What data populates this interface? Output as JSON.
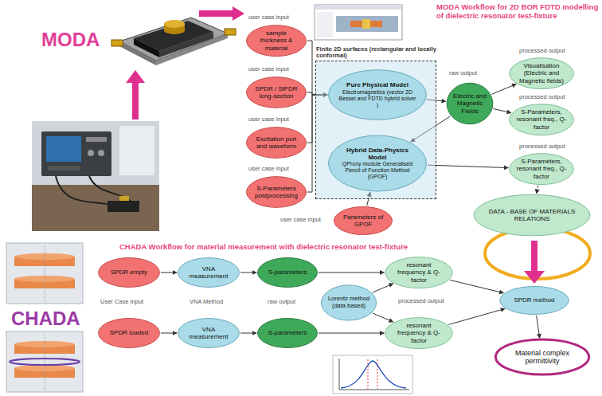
{
  "diagram": {
    "nodes": [
      {
        "text": [
          "sample thickness & material"
        ]
      },
      {
        "text": [
          "SPDR / SiPDR long-section"
        ]
      },
      {
        "text": [
          "Excitation port and waveform"
        ]
      },
      {
        "text": [
          "S-Parameters postprocessing"
        ]
      },
      {
        "text": [
          "Finite 2D surfaces (rectangular and locally conformal)"
        ]
      },
      {
        "text": [
          "Pure Physical Model",
          "Electromagnetics (vector 2D Bessel and FDTD hybrid solver )"
        ],
        "in": 4
      },
      {
        "text": [
          "Hybrid Data-Physics Model",
          "QProny module Generalised Pencil of Function Method (GPOF)"
        ],
        "in": 4
      },
      {
        "text": [
          "Electric and Magnetic Fields"
        ]
      },
      {
        "text": [
          "Visualisation (Electric and Magnetic fields)"
        ]
      },
      {
        "text": [
          "S-Parameters, resonant freq., Q-factor"
        ]
      },
      {
        "text": [
          "S-Parameters, resonant freq., Q-factor"
        ]
      },
      {
        "text": [
          "Parameters of GPOF"
        ]
      },
      {
        "text": [
          "DATA - BASE OF MATERIALS RELATIONS"
        ]
      },
      {
        "text": [
          "SPDR empty"
        ]
      },
      {
        "text": [
          "VNA measurement"
        ]
      },
      {
        "text": [
          "S-parameters"
        ]
      },
      {
        "text": [
          "resonant frequency & Q-factor"
        ]
      },
      {
        "text": [
          "SPDR loaded"
        ]
      },
      {
        "text": [
          "VNA measurement"
        ]
      },
      {
        "text": [
          "S-parameters"
        ]
      },
      {
        "text": [
          "Lorentz method (data based)"
        ]
      },
      {
        "text": [
          "resonant frequency & Q-factor"
        ]
      },
      {
        "text": [
          "SPDR method"
        ]
      },
      {
        "text": [
          "Material complex permittivity"
        ]
      }
    ],
    "edges": [
      {
        "from": 0,
        "to": 5,
        "arrow": "to"
      },
      {
        "from": 1,
        "to": 5,
        "arrow": "to"
      },
      {
        "from": 2,
        "to": 5,
        "arrow": "to"
      },
      {
        "from": 3,
        "to": 5,
        "arrow": "to"
      },
      {
        "from": 5,
        "to": 7,
        "arrow": "to"
      },
      {
        "from": 7,
        "to": 8,
        "arrow": "to"
      },
      {
        "from": 7,
        "to": 9,
        "arrow": "to"
      },
      {
        "from": 7,
        "to": 6,
        "arrow": "to"
      },
      {
        "from": 6,
        "to": 10,
        "arrow": "to"
      },
      {
        "from": 11,
        "to": 6,
        "arrow": "to"
      },
      {
        "from": 10,
        "to": 12,
        "arrow": "to"
      },
      {
        "from": 13,
        "to": 14,
        "arrow": "to"
      },
      {
        "from": 14,
        "to": 15,
        "arrow": "to"
      },
      {
        "from": 15,
        "to": 16,
        "arrow": "to"
      },
      {
        "from": 16,
        "to": 22,
        "arrow": "to"
      },
      {
        "from": 17,
        "to": 18,
        "arrow": "to"
      },
      {
        "from": 18,
        "to": 19,
        "arrow": "to"
      },
      {
        "from": 19,
        "to": 21,
        "arrow": "to"
      },
      {
        "from": 21,
        "to": 22,
        "arrow": "to"
      },
      {
        "from": 20,
        "to": 16,
        "arrow": "to"
      },
      {
        "from": 20,
        "to": 21,
        "arrow": "to"
      },
      {
        "from": 22,
        "to": 23,
        "arrow": "to"
      }
    ],
    "labels": [
      "MODA",
      "MODA Workflow for 2D BOR FDTD modelling of dielectric resonator test-fixture",
      "user case input",
      "user case input",
      "user case input",
      "user case input",
      "raw output",
      "processed output",
      "processed output",
      "processed output",
      "user case input",
      "CHADA Workflow for material measurement with dielectric resonator test-fixture",
      "CHADA",
      "User Case Input",
      "VNA Method",
      "raw output",
      "processed output"
    ]
  }
}
